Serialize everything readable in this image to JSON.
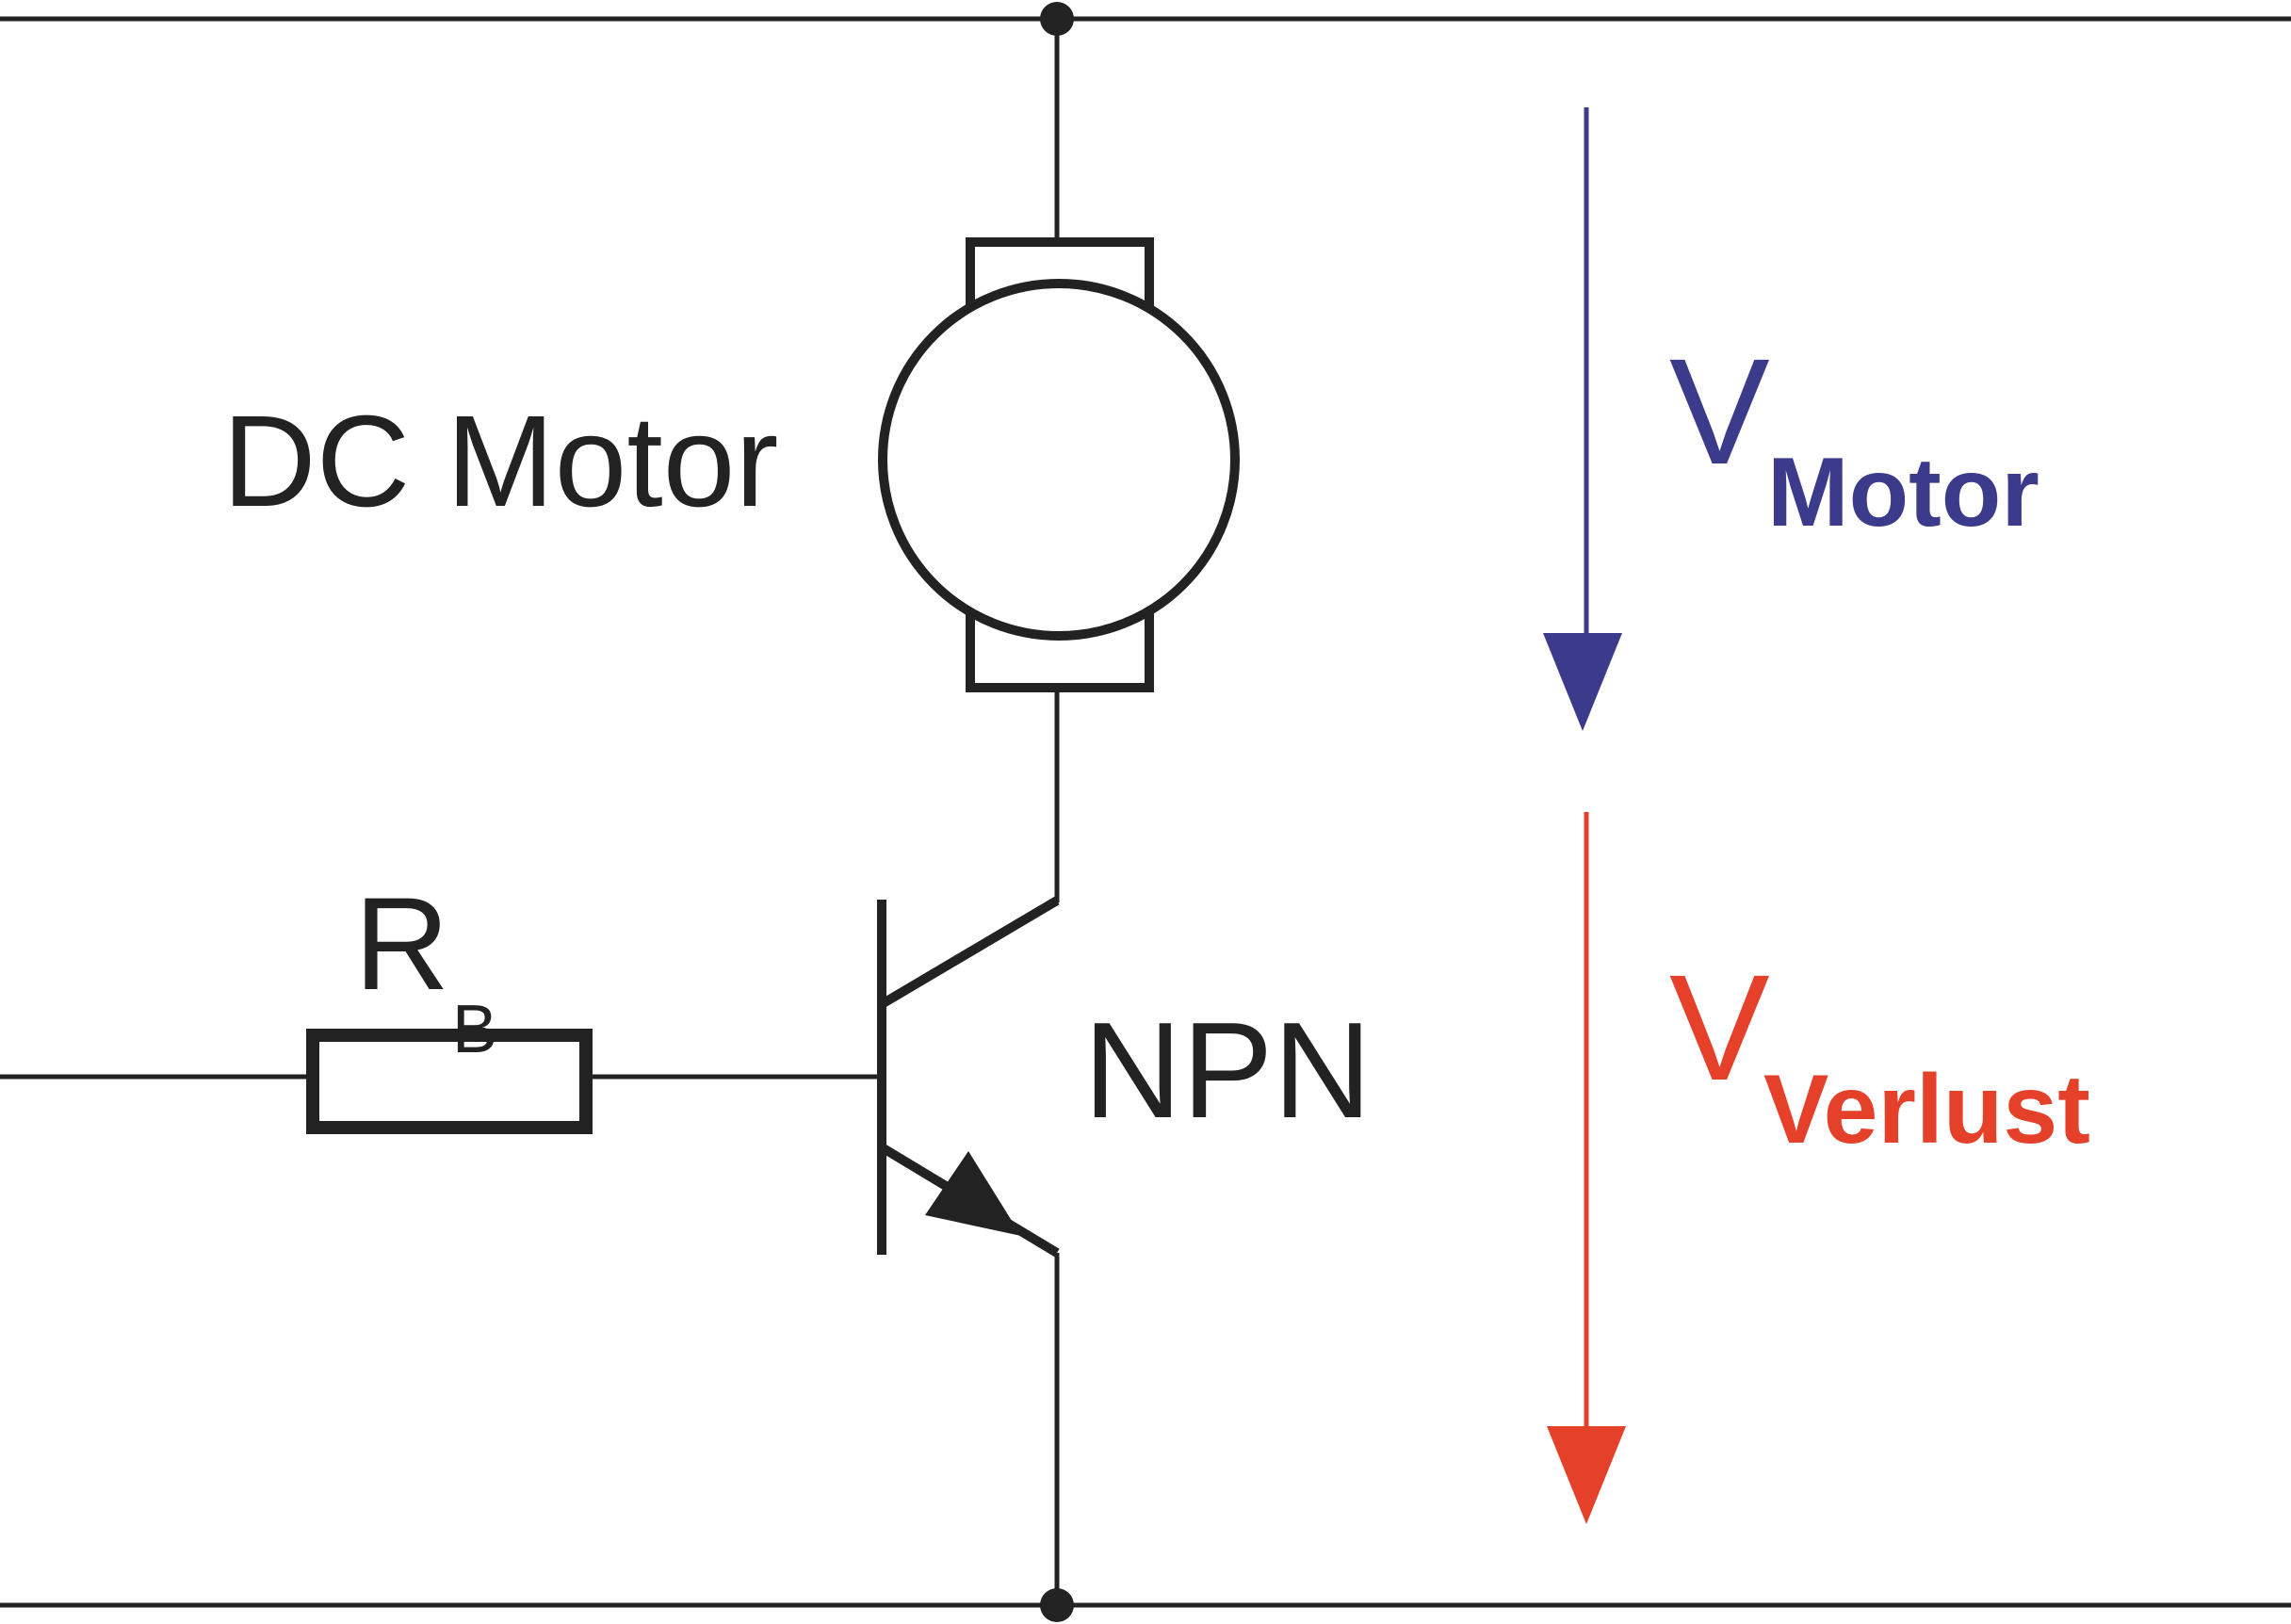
{
  "diagram": {
    "type": "circuit-schematic",
    "colors": {
      "wire": "#222222",
      "motor_voltage": "#3b3a8b",
      "loss_voltage": "#e5402a"
    },
    "components": {
      "motor": {
        "label": "DC Motor"
      },
      "resistor": {
        "label_main": "R",
        "label_sub": "B"
      },
      "transistor": {
        "label": "NPN"
      }
    },
    "voltages": {
      "motor": {
        "symbol": "V",
        "subscript": "Motor"
      },
      "loss": {
        "symbol": "V",
        "subscript": "Verlust"
      }
    }
  }
}
